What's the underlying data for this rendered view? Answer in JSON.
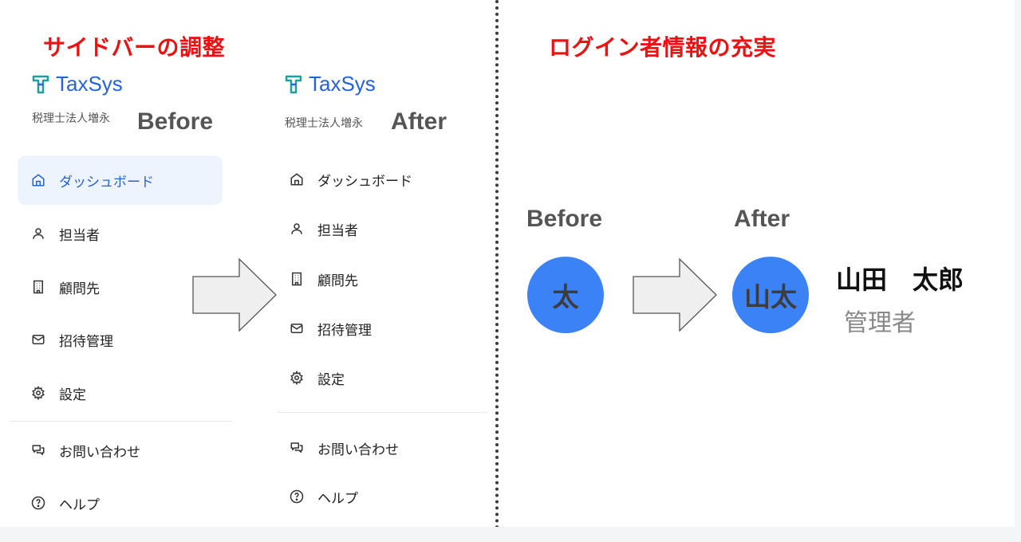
{
  "left_section": {
    "title": "サイドバーの調整",
    "before": {
      "label": "Before",
      "brand_name": "TaxSys",
      "brand_sub": "税理士法人増永",
      "nav_items": [
        {
          "label": "ダッシュボード",
          "icon": "home-icon",
          "active": true
        },
        {
          "label": "担当者",
          "icon": "user-icon"
        },
        {
          "label": "顧問先",
          "icon": "building-icon"
        },
        {
          "label": "招待管理",
          "icon": "mail-icon"
        },
        {
          "label": "設定",
          "icon": "gear-icon"
        }
      ],
      "footer_items": [
        {
          "label": "お問い合わせ",
          "icon": "chat-icon"
        },
        {
          "label": "ヘルプ",
          "icon": "help-circle-icon"
        }
      ]
    },
    "after": {
      "label": "After",
      "brand_name": "TaxSys",
      "brand_sub": "税理士法人増永",
      "nav_items": [
        {
          "label": "ダッシュボード",
          "icon": "home-icon"
        },
        {
          "label": "担当者",
          "icon": "user-icon"
        },
        {
          "label": "顧問先",
          "icon": "building-icon"
        },
        {
          "label": "招待管理",
          "icon": "mail-icon"
        },
        {
          "label": "設定",
          "icon": "gear-icon"
        }
      ],
      "footer_items": [
        {
          "label": "お問い合わせ",
          "icon": "chat-icon"
        },
        {
          "label": "ヘルプ",
          "icon": "help-circle-icon"
        }
      ]
    }
  },
  "right_section": {
    "title": "ログイン者情報の充実",
    "before": {
      "label": "Before",
      "avatar_text": "太"
    },
    "after": {
      "label": "After",
      "avatar_text": "山太",
      "user_name": "山田　太郎",
      "user_role": "管理者"
    }
  },
  "colors": {
    "title_red": "#ee1111",
    "brand_blue": "#2563d9",
    "avatar_blue": "#3b82f6",
    "active_bg": "#eef4fd"
  }
}
